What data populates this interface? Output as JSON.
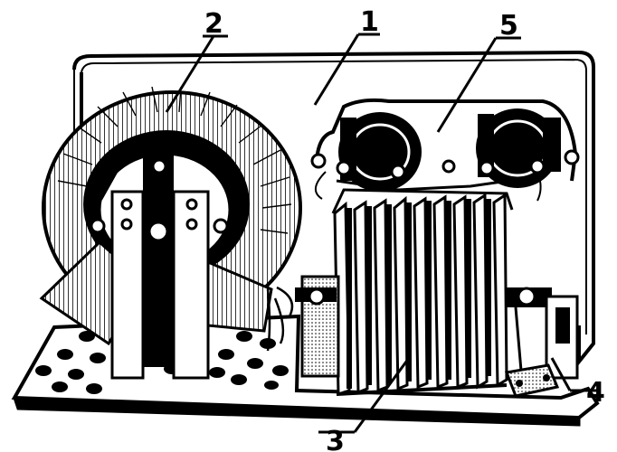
{
  "figure": {
    "ink_color": "#000000",
    "paper_color": "#ffffff",
    "callouts": [
      {
        "id": "1",
        "label": "1"
      },
      {
        "id": "2",
        "label": "2"
      },
      {
        "id": "3",
        "label": "3"
      },
      {
        "id": "4",
        "label": "4"
      },
      {
        "id": "5",
        "label": "5"
      }
    ]
  }
}
